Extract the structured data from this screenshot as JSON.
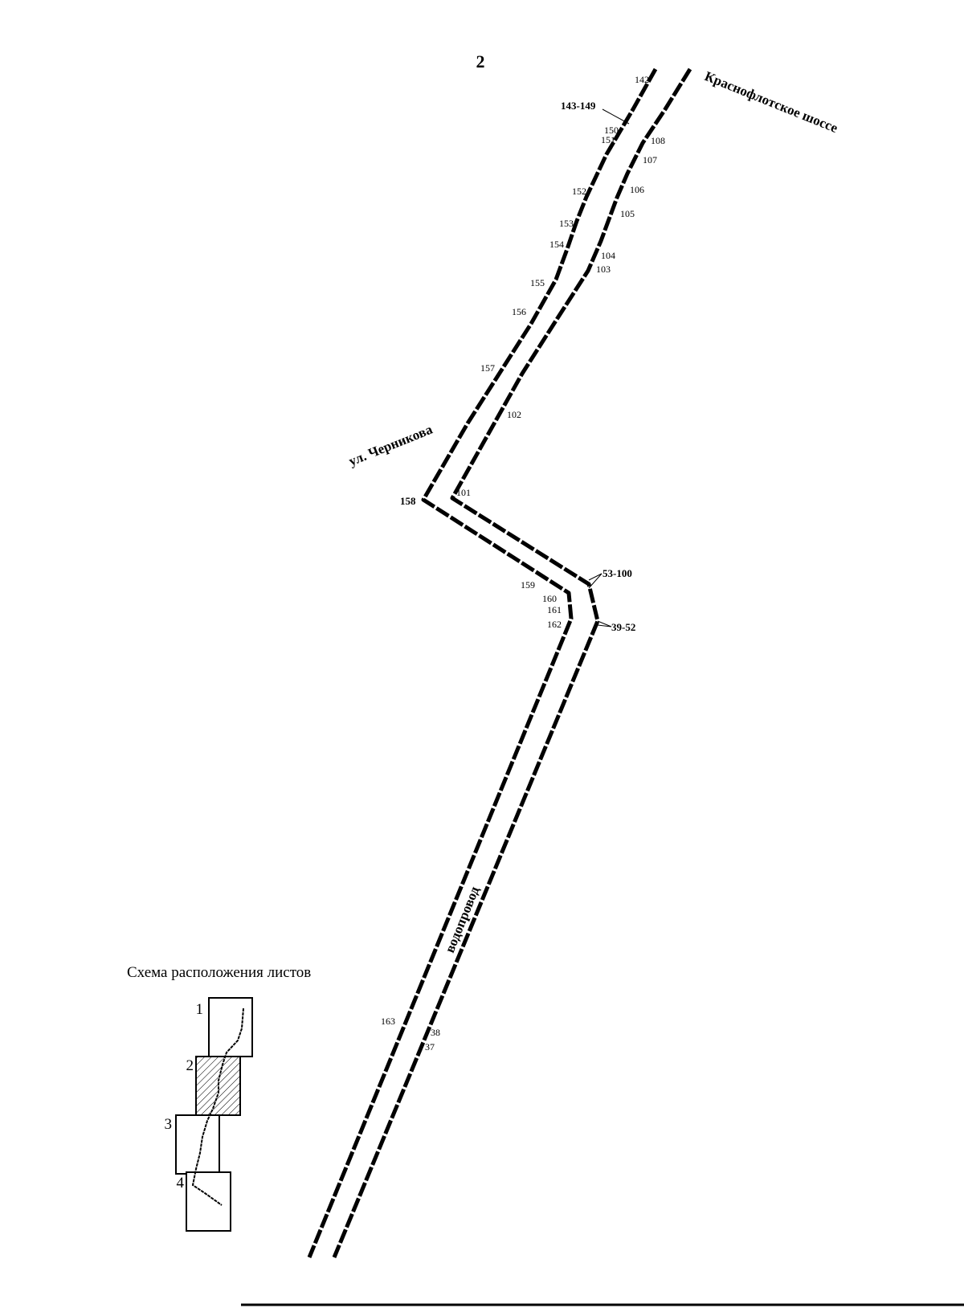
{
  "sheet_number": "2",
  "streets": {
    "krasnoflotskoe": "Краснофлотское шоссе",
    "chernikova": "ул. Черникова",
    "vodoprovod": "водопровод"
  },
  "points": {
    "p142": "142",
    "p143_149": "143-149",
    "p150": "150",
    "p151": "151",
    "p108": "108",
    "p107": "107",
    "p106": "106",
    "p152": "152",
    "p105": "105",
    "p153": "153",
    "p154": "154",
    "p104": "104",
    "p103": "103",
    "p155": "155",
    "p156": "156",
    "p157": "157",
    "p102": "102",
    "p158": "158",
    "p101": "101",
    "p53_100": "53-100",
    "p159": "159",
    "p160": "160",
    "p161": "161",
    "p162": "162",
    "p39_52": "39-52",
    "p163": "163",
    "p38": "38",
    "p37": "37"
  },
  "scheme": {
    "title": "Схема расположения листов",
    "sheets": [
      "1",
      "2",
      "3",
      "4"
    ],
    "active_sheet": "2"
  }
}
